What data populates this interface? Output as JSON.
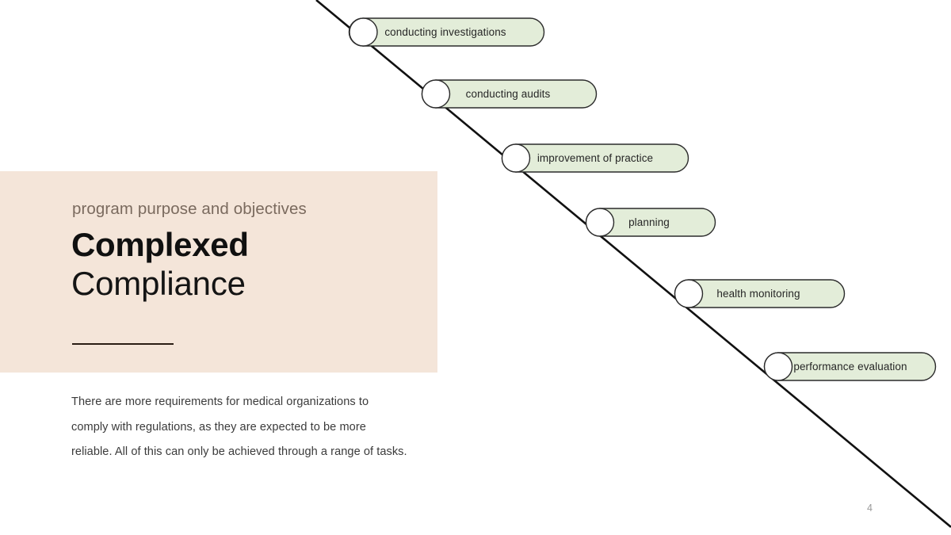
{
  "slide": {
    "page_number": "4",
    "background_color": "#ffffff"
  },
  "panel": {
    "background_color": "#f4e5d9",
    "eyebrow": "program purpose and objectives",
    "title_line_1": "Complexed",
    "title_line_2": "Compliance",
    "rule_color": "#2a1d14"
  },
  "body": {
    "paragraph": "There are more requirements for medical organizations to comply with regulations, as they are expected to be more reliable. All of this can only be achieved through a range of tasks."
  },
  "timeline": {
    "line_color": "#111111",
    "pill_fill": "#e3edd9",
    "pill_stroke": "#2b2b2b",
    "node_fill": "#ffffff",
    "items": [
      {
        "label": "conducting investigations"
      },
      {
        "label": "conducting audits"
      },
      {
        "label": "improvement of practice"
      },
      {
        "label": "planning"
      },
      {
        "label": "health monitoring"
      },
      {
        "label": "performance evaluation"
      }
    ]
  }
}
